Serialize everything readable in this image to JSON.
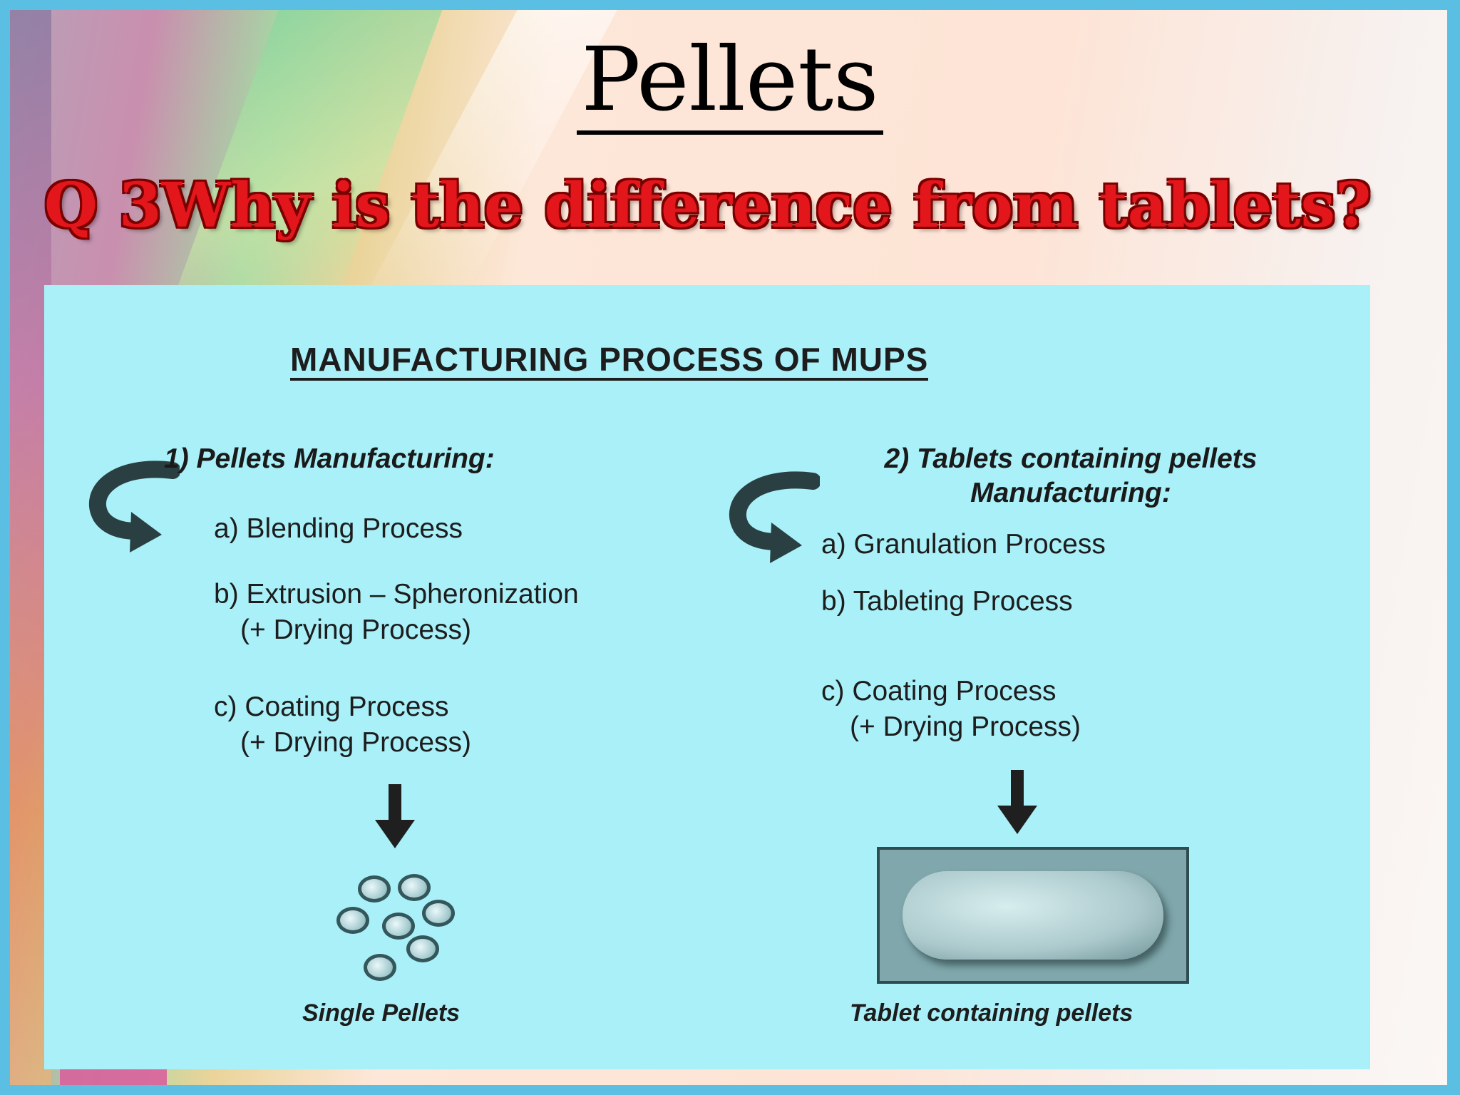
{
  "slide": {
    "title": "Pellets",
    "question": "Q 3Why is the difference from tablets?"
  },
  "diagram": {
    "title": "MANUFACTURING PROCESS OF MUPS",
    "left": {
      "heading": "1) Pellets Manufacturing:",
      "steps": [
        "a) Blending Process",
        "b) Extrusion – Spheronization",
        "(+ Drying Process)",
        "c) Coating Process",
        "(+ Drying Process)"
      ],
      "caption": "Single Pellets"
    },
    "right": {
      "heading_line1": "2) Tablets containing pellets",
      "heading_line2": "Manufacturing:",
      "steps": [
        "a) Granulation Process",
        "b) Tableting Process",
        "c) Coating Process",
        "(+ Drying Process)"
      ],
      "caption": "Tablet containing pellets"
    }
  }
}
